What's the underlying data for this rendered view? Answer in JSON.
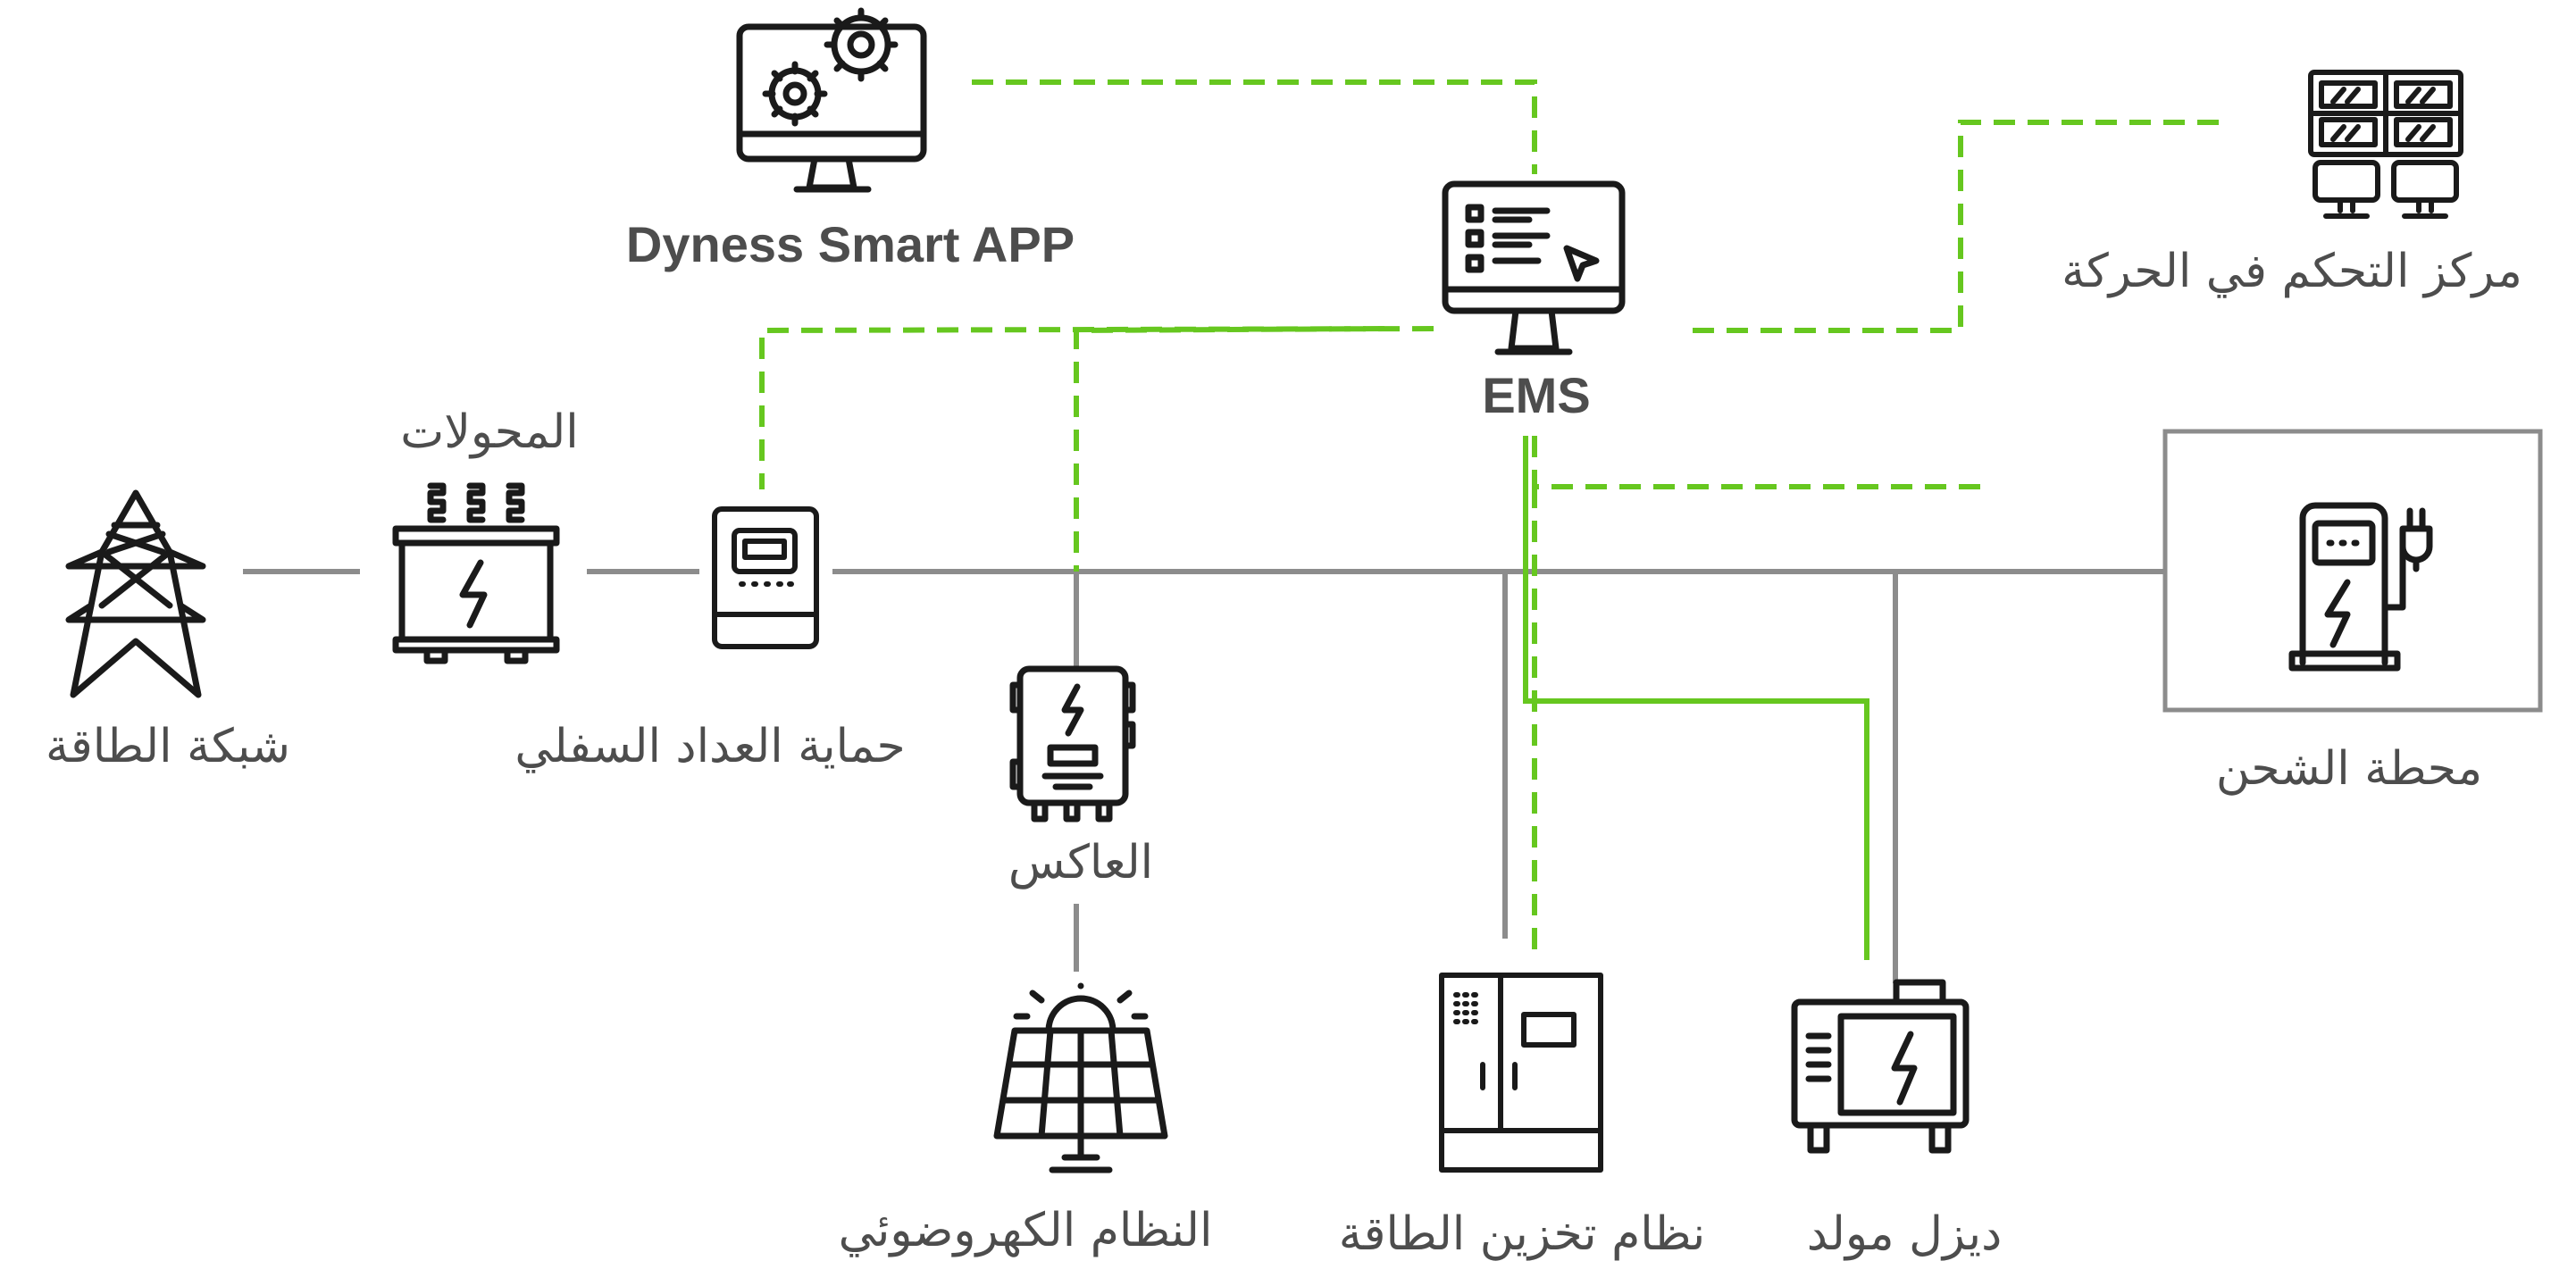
{
  "colors": {
    "power_line": "#8c8c8c",
    "data_line": "#66c71f",
    "icon_stroke": "#1a1a1a",
    "label": "#4d4d4d",
    "frame": "#8c8c8c"
  },
  "nodes": {
    "app": {
      "label": "Dyness Smart APP",
      "icon": "gear-monitor-icon"
    },
    "ems": {
      "label": "EMS",
      "icon": "ems-monitor-icon"
    },
    "motion_control": {
      "label": "مركز التحكم في الحركة",
      "icon": "control-center-icon"
    },
    "grid": {
      "label": "شبكة الطاقة",
      "icon": "power-tower-icon"
    },
    "transformer": {
      "label": "المحولات",
      "icon": "transformer-icon"
    },
    "meter": {
      "label": "حماية العداد السفلي",
      "icon": "meter-icon"
    },
    "inverter": {
      "label": "العاكس",
      "icon": "inverter-icon"
    },
    "pv": {
      "label": "النظام الكهروضوئي",
      "icon": "solar-panel-icon"
    },
    "storage": {
      "label": "نظام تخزين الطاقة",
      "icon": "storage-cabinet-icon"
    },
    "diesel": {
      "label": "ديزل مولد",
      "icon": "generator-icon"
    },
    "charging": {
      "label": "محطة الشحن",
      "icon": "charging-station-icon"
    }
  }
}
